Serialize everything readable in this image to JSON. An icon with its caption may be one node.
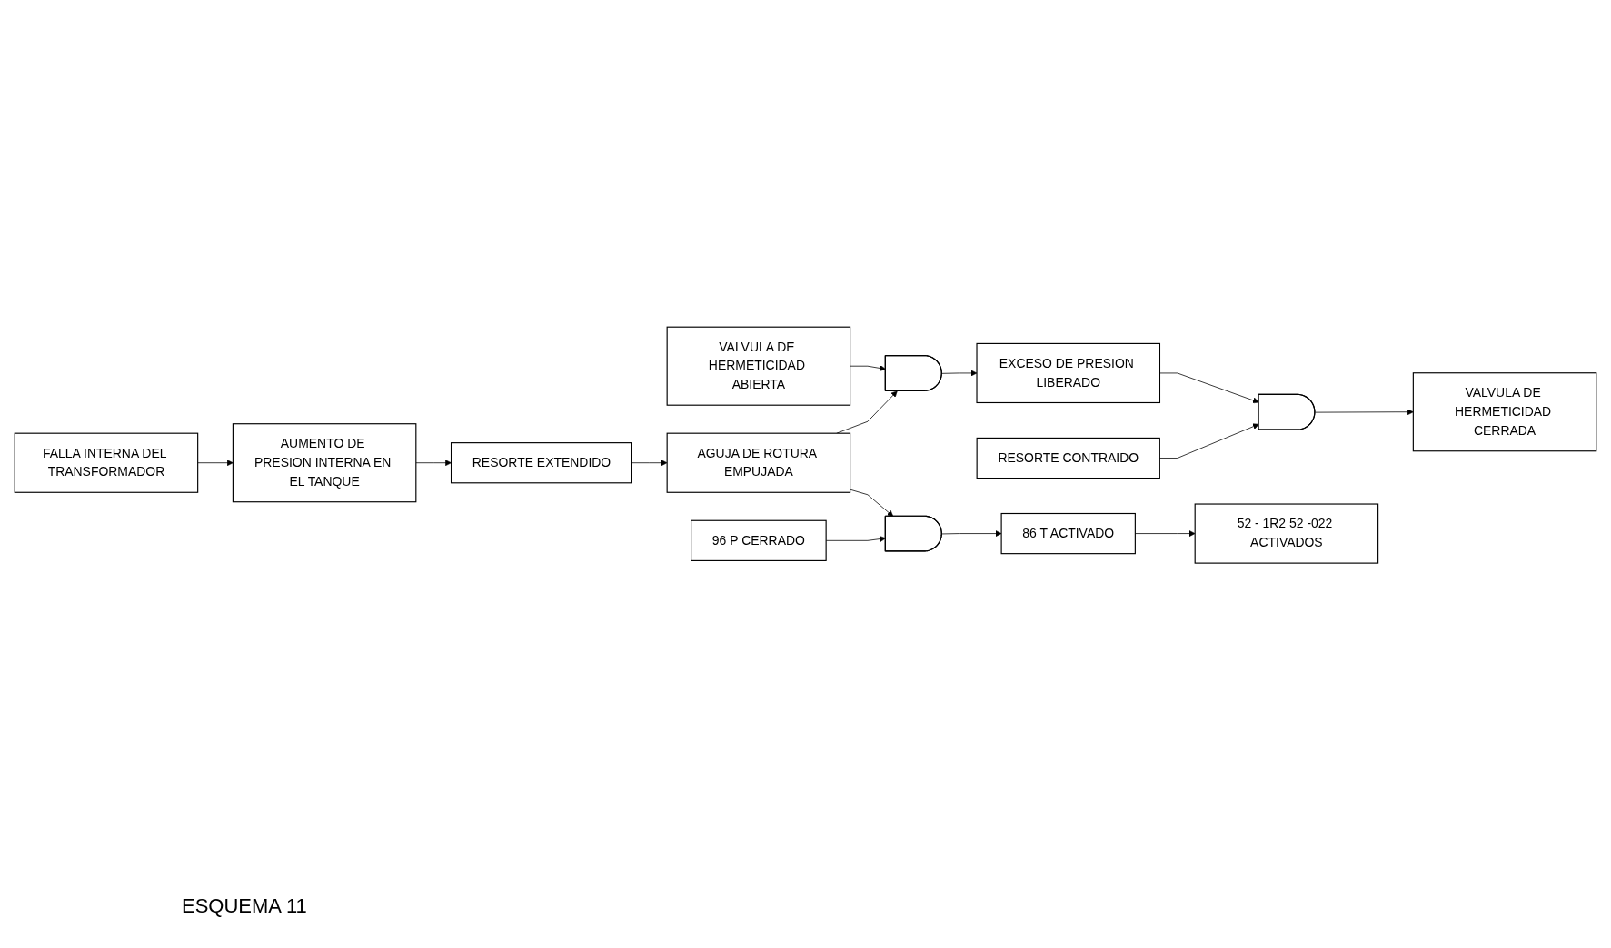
{
  "diagram": {
    "nodes": [
      {
        "text": [
          "FALLA INTERNA DEL TRANSFORMADOR"
        ]
      },
      {
        "text": [
          "AUMENTO DE PRESION INTERNA EN EL TANQUE"
        ]
      },
      {
        "text": [
          "RESORTE EXTENDIDO"
        ]
      },
      {
        "text": [
          "AGUJA DE ROTURA EMPUJADA"
        ]
      },
      {
        "text": [
          "VALVULA DE HERMETICIDAD ABIERTA"
        ]
      },
      {
        "text": [],
        "shape": "gate"
      },
      {
        "text": [
          "EXCESO DE PRESION LIBERADO"
        ]
      },
      {
        "text": [
          "RESORTE CONTRAIDO"
        ]
      },
      {
        "text": [],
        "shape": "gate"
      },
      {
        "text": [
          "VALVULA DE HERMETICIDAD CERRADA"
        ]
      },
      {
        "text": [
          "96 P CERRADO"
        ]
      },
      {
        "text": [],
        "shape": "gate"
      },
      {
        "text": [
          "86 T ACTIVADO"
        ]
      },
      {
        "text": [
          "52 - 1R2 52 -022 ACTIVADOS"
        ]
      }
    ],
    "edges": [
      {
        "from": 0,
        "to": 1,
        "arrow": "to"
      },
      {
        "from": 1,
        "to": 2,
        "arrow": "to"
      },
      {
        "from": 2,
        "to": 3,
        "arrow": "to"
      },
      {
        "from": 3,
        "to": 5,
        "arrow": "to"
      },
      {
        "from": 4,
        "to": 5,
        "arrow": "to"
      },
      {
        "from": 5,
        "to": 6,
        "arrow": "to"
      },
      {
        "from": 6,
        "to": 8,
        "arrow": "to"
      },
      {
        "from": 7,
        "to": 8,
        "arrow": "to"
      },
      {
        "from": 8,
        "to": 9,
        "arrow": "to"
      },
      {
        "from": 3,
        "to": 11,
        "arrow": "to"
      },
      {
        "from": 10,
        "to": 11,
        "arrow": "to"
      },
      {
        "from": 11,
        "to": 12,
        "arrow": "to"
      },
      {
        "from": 12,
        "to": 13,
        "arrow": "to"
      }
    ],
    "labels": [
      "ESQUEMA 11"
    ]
  }
}
